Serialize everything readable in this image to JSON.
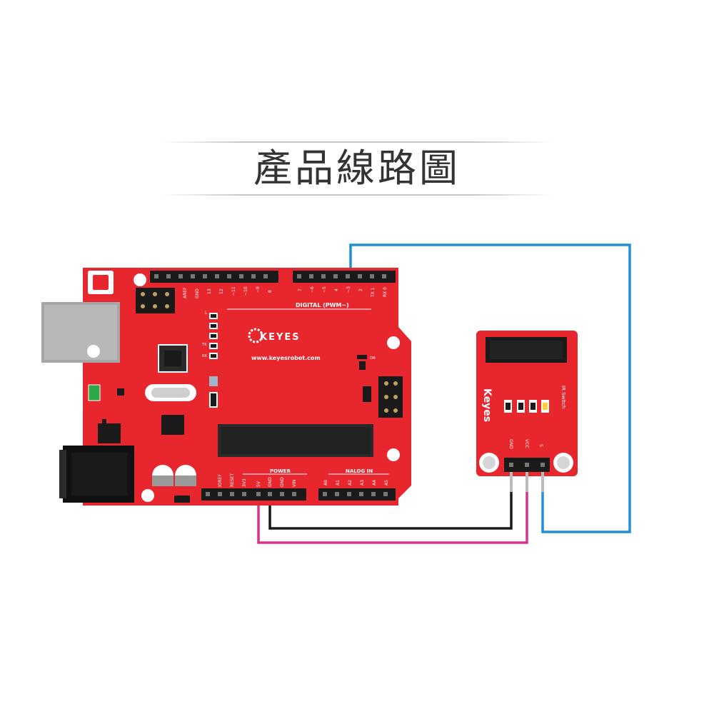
{
  "title": "產品線路圖",
  "board": {
    "brand": "KEYES",
    "url": "www.keyesrobot.com",
    "digital_label": "DIGITAL  (PWM~)",
    "power_label": "POWER",
    "analog_label": "NALOG IN",
    "aref_label": "AREF",
    "gnd_label": "GND",
    "led_l": "L",
    "led_tx": "TX",
    "led_rx": "RX",
    "on_label": "ON",
    "pwr_pins": [
      "IOREF",
      "RESET",
      "3V3",
      "5V",
      "GND",
      "GND",
      "VIN"
    ],
    "analog_pins": [
      "A0",
      "A1",
      "A2",
      "A3",
      "A4",
      "A5"
    ],
    "digital_pins_left": [
      "13",
      "12",
      "~11",
      "~10",
      "~9",
      "8"
    ],
    "digital_pins_right": [
      "7",
      "~6",
      "~5",
      "4",
      "~3",
      "2",
      "TX 1",
      "RX 0"
    ]
  },
  "module": {
    "brand": "Keyes",
    "name": "IR Switch",
    "pins": [
      "GND",
      "VCC",
      "S"
    ]
  },
  "colors": {
    "board_red": "#e8262d",
    "board_dark": "#c61e24",
    "wire_blue": "#1f8fd8",
    "wire_black": "#1a1a1a",
    "wire_magenta": "#d6338f",
    "usb_gray": "#a6a6a6",
    "title_color": "#333333"
  }
}
